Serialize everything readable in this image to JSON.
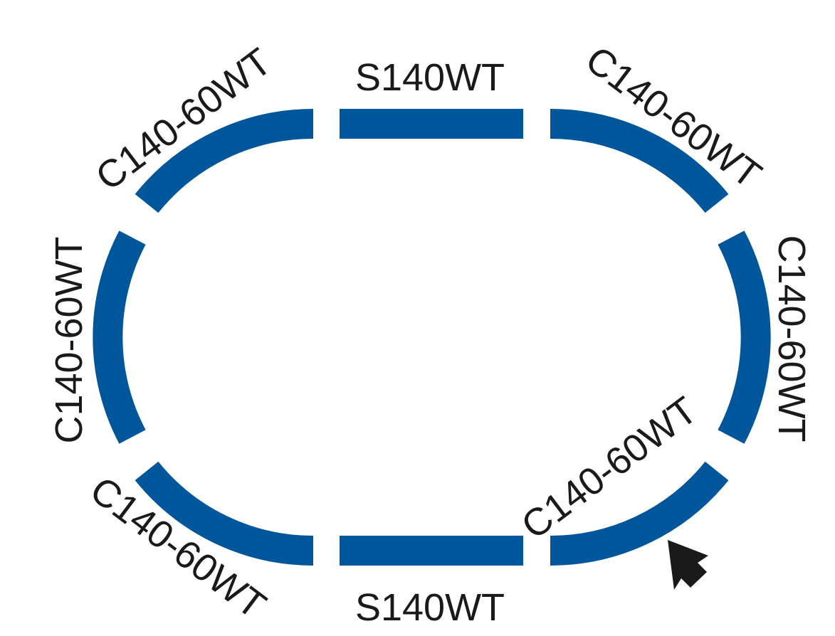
{
  "colors": {
    "track": "#00569a",
    "label": "#1a1a1a",
    "background": "#ffffff"
  },
  "tracks": {
    "top_straight": "S140WT",
    "bottom_straight": "S140WT",
    "top_left_curve": "C140-60WT",
    "left_curve": "C140-60WT",
    "bottom_left_curve": "C140-60WT",
    "top_right_curve": "C140-60WT",
    "right_curve": "C140-60WT",
    "bottom_right_curve": "C140-60WT"
  },
  "icons": {
    "direction_marker": "arrow-up-left-icon"
  }
}
